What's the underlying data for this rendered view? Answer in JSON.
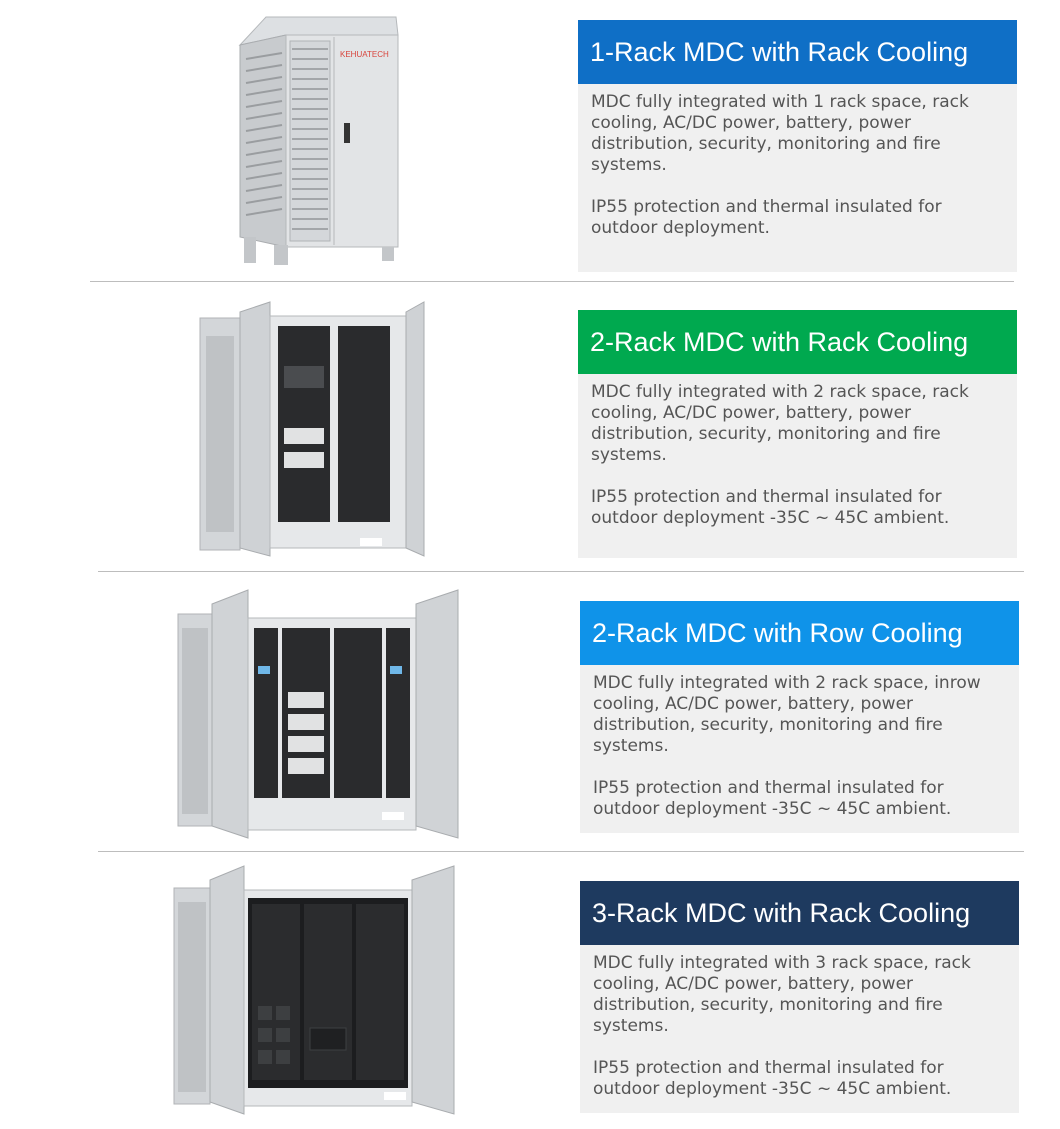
{
  "products": [
    {
      "title": "1-Rack MDC with Rack Cooling",
      "accent": "#0f6fc6",
      "paragraphs": [
        "MDC fully integrated with 1 rack space, rack cooling,  AC/DC power, battery, power distribution, security, monitoring and fire systems.",
        "IP55 protection and thermal insulated for outdoor deployment."
      ],
      "image_icon": "outdoor-cabinet-closed",
      "brand": "KEHUATECH"
    },
    {
      "title": "2-Rack MDC with Rack Cooling",
      "accent": "#00a94f",
      "paragraphs": [
        "MDC fully integrated with 2 rack space, rack cooling,  AC/DC power, battery, power distribution, security, monitoring and fire systems.",
        "IP55 protection and thermal insulated for outdoor deployment -35C ~ 45C ambient."
      ],
      "image_icon": "outdoor-cabinet-open-2-rack"
    },
    {
      "title": "2-Rack MDC with Row Cooling",
      "accent": "#0f93e9",
      "paragraphs": [
        "MDC fully integrated with 2 rack space, inrow cooling,  AC/DC power, battery, power distribution, security, monitoring and fire systems.",
        "IP55 protection and thermal insulated for outdoor deployment -35C ~ 45C ambient."
      ],
      "image_icon": "outdoor-cabinet-open-row-cooling"
    },
    {
      "title": "3-Rack MDC with Rack Cooling",
      "accent": "#1e3a5f",
      "paragraphs": [
        "MDC fully integrated with 3 rack space, rack cooling,  AC/DC power, battery, power distribution, security, monitoring and fire systems.",
        "IP55 protection and thermal insulated for outdoor deployment -35C ~ 45C ambient."
      ],
      "image_icon": "outdoor-cabinet-open-3-rack"
    }
  ]
}
